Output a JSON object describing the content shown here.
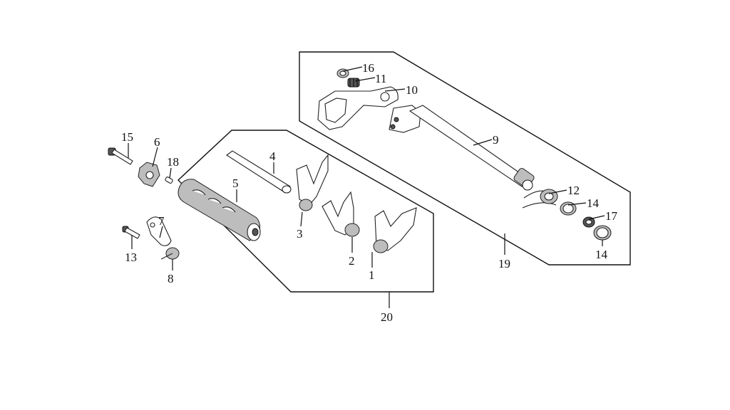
{
  "callouts": {
    "c1": "1",
    "c2": "2",
    "c3": "3",
    "c4": "4",
    "c5": "5",
    "c6": "6",
    "c7": "7",
    "c8": "8",
    "c9": "9",
    "c10": "10",
    "c11": "11",
    "c12": "12",
    "c13": "13",
    "c14a": "14",
    "c14b": "14",
    "c15": "15",
    "c16": "16",
    "c17": "17",
    "c18": "18",
    "c19": "19",
    "c20": "20"
  },
  "colors": {
    "line": "#111111",
    "shade": "#bdbdbd",
    "background": "#ffffff"
  }
}
